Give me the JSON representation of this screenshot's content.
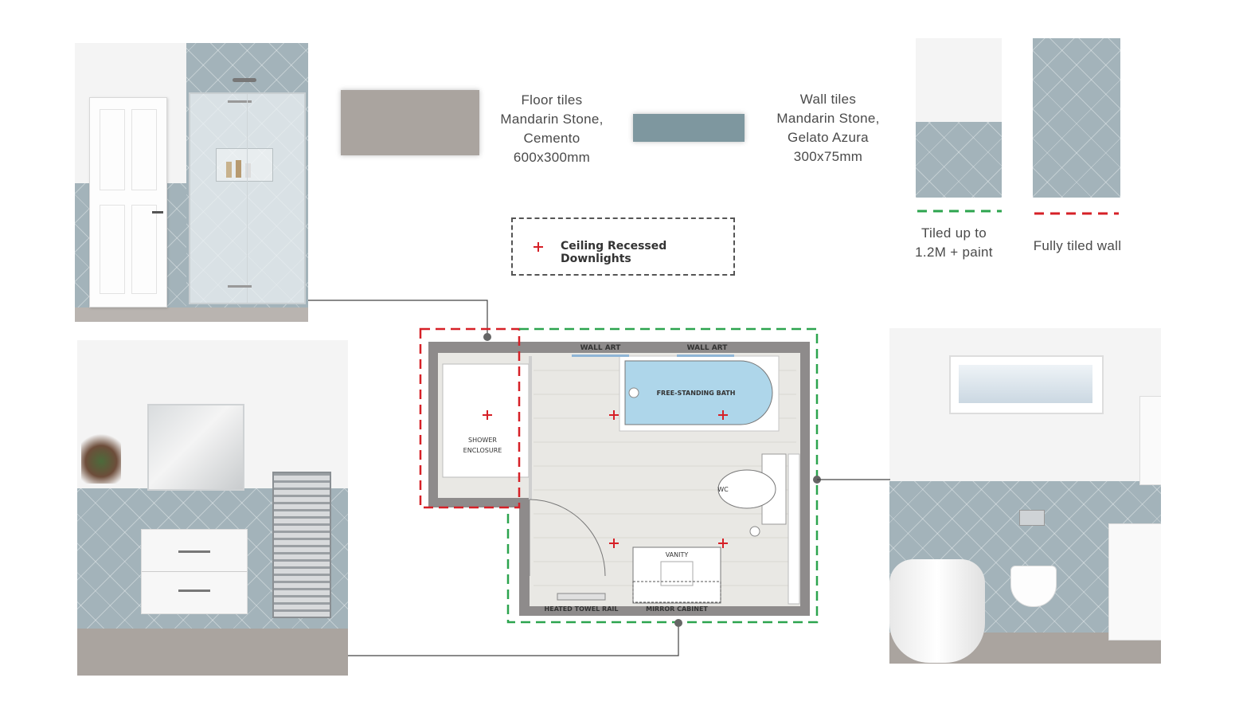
{
  "materials": {
    "floor": {
      "line1": "Floor tiles",
      "line2": "Mandarin Stone,",
      "line3": "Cemento",
      "line4": "600x300mm",
      "color": "#a8a29e"
    },
    "wall": {
      "line1": "Wall tiles",
      "line2": "Mandarin Stone,",
      "line3": "Gelato Azura",
      "line4": "300x75mm",
      "color": "#7d969e"
    }
  },
  "legend": {
    "downlights_label": "Ceiling Recessed Downlights",
    "tiled_partial_line1": "Tiled up to",
    "tiled_partial_line2": "1.2M + paint",
    "tiled_full": "Fully tiled wall",
    "colors": {
      "partial": "#2ca44e",
      "full": "#d62027",
      "downlight": "#d62027"
    }
  },
  "plan": {
    "wall_art_1": "WALL ART",
    "wall_art_2": "WALL ART",
    "bath": "FREE-STANDING BATH",
    "shower_1": "SHOWER",
    "shower_2": "ENCLOSURE",
    "wc": "WC",
    "vanity": "VANITY",
    "towel_rail": "HEATED TOWEL RAIL",
    "mirror_cabinet": "MIRROR CABINET"
  }
}
